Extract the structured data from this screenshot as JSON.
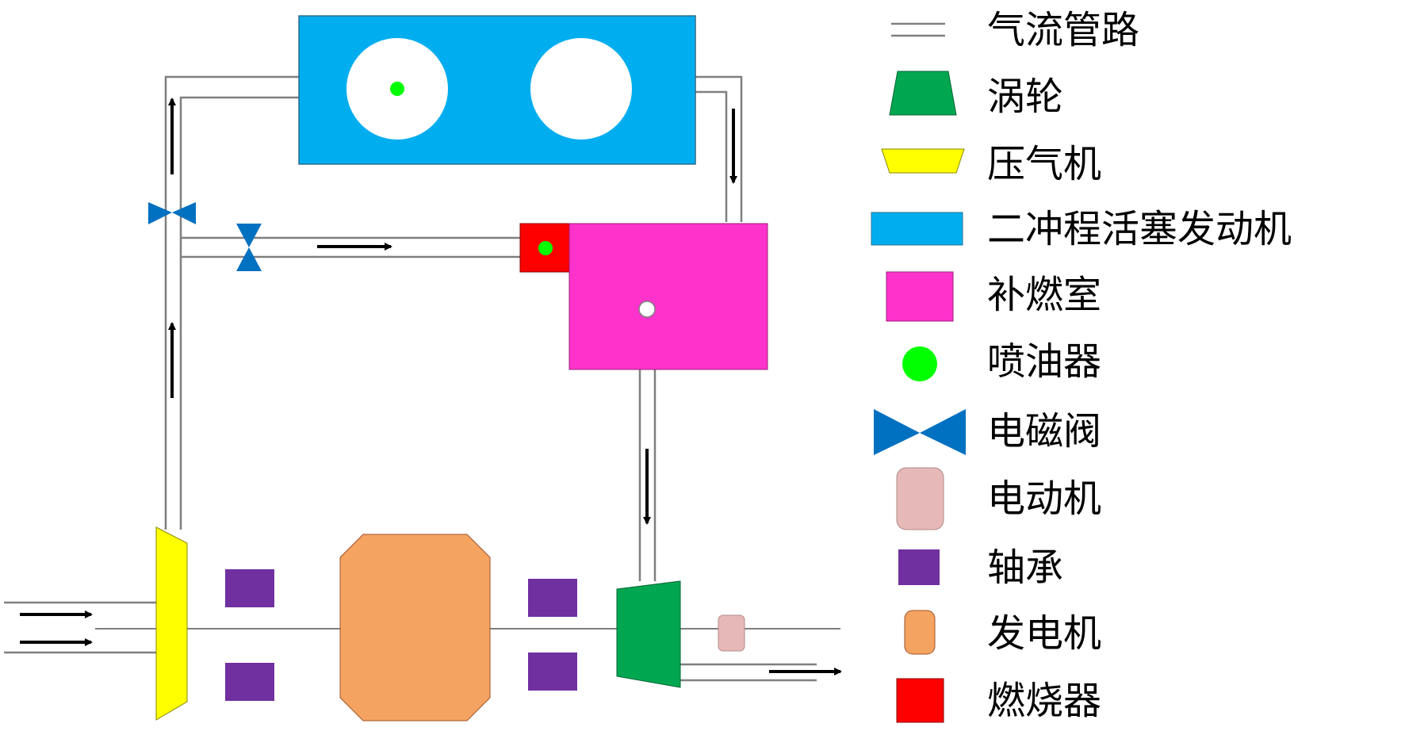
{
  "colors": {
    "pipe": "#7f7f7f",
    "turbine": "#00a650",
    "compressor": "#ffff00",
    "engine": "#00aeef",
    "afterburner": "#ff33cc",
    "injector": "#00ff00",
    "valve": "#0070c0",
    "motor": "#e6b9b8",
    "bearing": "#7030a0",
    "generator": "#f4a460",
    "combustor": "#ff0000"
  },
  "legend": [
    {
      "id": "pipe",
      "label": "气流管路",
      "icon": "double-line-icon"
    },
    {
      "id": "turbine",
      "label": "涡轮",
      "icon": "trapezoid-icon"
    },
    {
      "id": "compressor",
      "label": "压气机",
      "icon": "trapezoid-inverted-icon"
    },
    {
      "id": "engine",
      "label": "二冲程活塞发动机",
      "icon": "blue-rectangle-icon"
    },
    {
      "id": "afterburner",
      "label": "补燃室",
      "icon": "pink-square-icon"
    },
    {
      "id": "injector",
      "label": "喷油器",
      "icon": "green-dot-icon"
    },
    {
      "id": "valve",
      "label": "电磁阀",
      "icon": "bowtie-valve-icon"
    },
    {
      "id": "motor",
      "label": "电动机",
      "icon": "rounded-rect-icon"
    },
    {
      "id": "bearing",
      "label": "轴承",
      "icon": "purple-square-icon"
    },
    {
      "id": "generator",
      "label": "发电机",
      "icon": "orange-rounded-icon"
    },
    {
      "id": "combustor",
      "label": "燃烧器",
      "icon": "red-square-icon"
    }
  ]
}
